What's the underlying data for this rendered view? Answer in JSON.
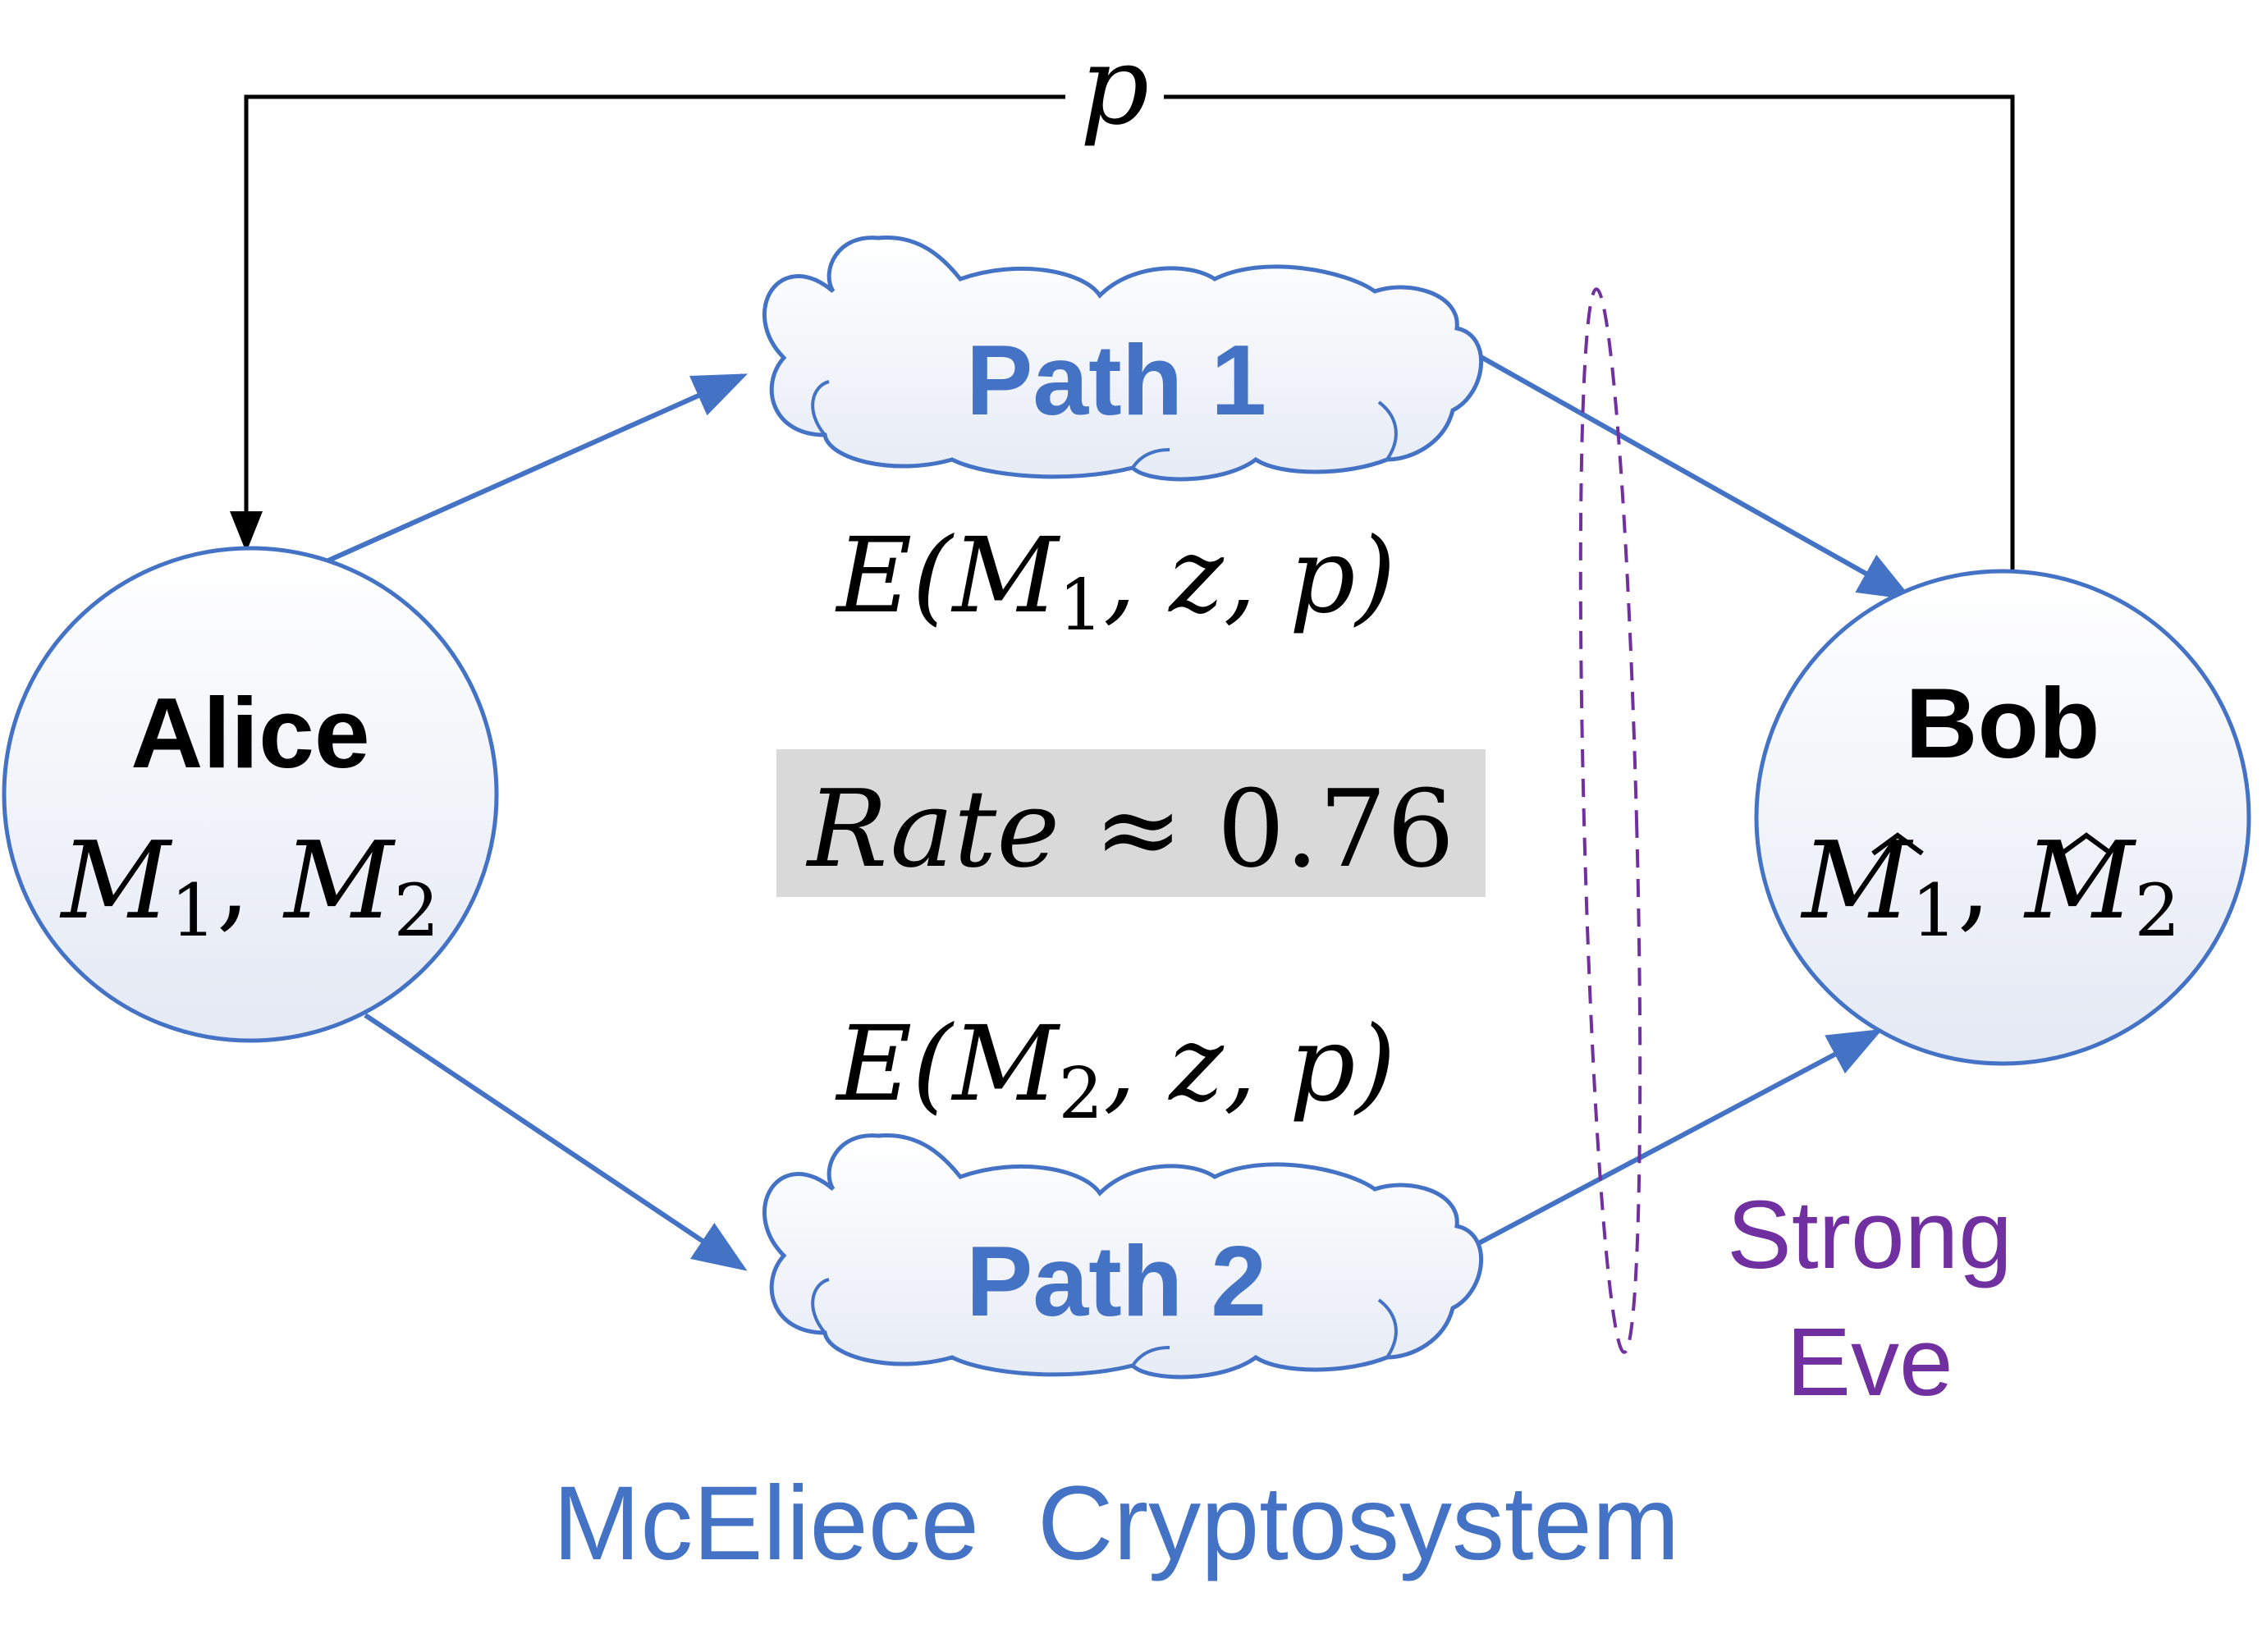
{
  "nodes": {
    "alice": {
      "name": "Alice",
      "m1": "M",
      "m1_sub": "1",
      "sep": ", ",
      "m2": "M",
      "m2_sub": "2"
    },
    "bob": {
      "name": "Bob",
      "m1": "M",
      "m1_sub": "1",
      "sep": ", ",
      "m2": "M",
      "m2_sub": "2",
      "hat": "^"
    }
  },
  "paths": {
    "path1": {
      "label": "Path 1"
    },
    "path2": {
      "label": "Path 2"
    }
  },
  "feedback": {
    "label": "p"
  },
  "encodings": {
    "e1": {
      "prefix": "E(M",
      "sub": "1",
      "suffix": ", z, p)"
    },
    "e2": {
      "prefix": "E(M",
      "sub": "2",
      "suffix": ", z, p)"
    }
  },
  "rate": {
    "word": "Rate",
    "approx": "≈ 0.76"
  },
  "eve": {
    "line1": "Strong",
    "line2": "Eve"
  },
  "caption": "McEliece  Cryptosystem",
  "colors": {
    "blue": "#4472C4",
    "purple": "#7030A0",
    "black": "#000000",
    "rate_bg": "#D9D9D9",
    "node_fill_top": "#FFFFFF",
    "node_fill_bottom": "#E6EBF5"
  }
}
